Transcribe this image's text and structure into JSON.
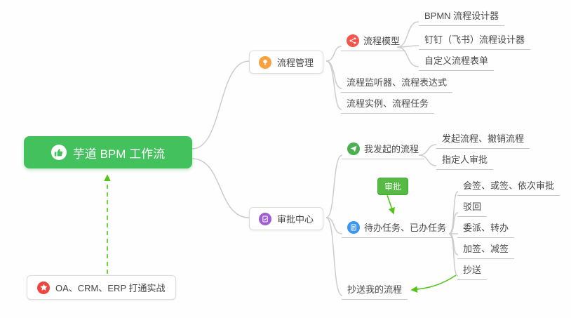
{
  "mindmap": {
    "root": {
      "label": "芋道 BPM 工作流"
    },
    "practice": {
      "label": "OA、CRM、ERP 打通实战"
    },
    "process_management": {
      "label": "流程管理",
      "children": {
        "process_model": {
          "label": "流程模型"
        },
        "bpmn": {
          "label": "BPMN 流程设计器"
        },
        "dingtalk": {
          "label": "钉钉（飞书）流程设计器"
        },
        "custom_form": {
          "label": "自定义流程表单"
        },
        "listener": {
          "label": "流程监听器、流程表达式"
        },
        "instance": {
          "label": "流程实例、流程任务"
        }
      }
    },
    "approval_center": {
      "label": "审批中心",
      "children": {
        "my_initiated": {
          "label": "我发起的流程"
        },
        "initiate_cancel": {
          "label": "发起流程、撤销流程"
        },
        "assignee": {
          "label": "指定人审批"
        },
        "approval_badge": {
          "label": "审批"
        },
        "todo_done": {
          "label": "待办任务、已办任务"
        },
        "countersign": {
          "label": "会签、或签、依次审批"
        },
        "reject": {
          "label": "驳回"
        },
        "delegate": {
          "label": "委派、转办"
        },
        "add_reduce_sign": {
          "label": "加签、减签"
        },
        "cc": {
          "label": "抄送"
        },
        "cc_my": {
          "label": "抄送我的流程"
        }
      }
    },
    "colors": {
      "root_green": "#42c15c",
      "arrow_green": "#52c41a",
      "connector_gray": "#cccccc",
      "star_red": "#f0453e",
      "bulb_orange": "#f9a13d",
      "model_red": "#f2564d",
      "send_green": "#4cb050",
      "task_blue": "#3b97f2",
      "center_purple": "#a05fd0",
      "badge_green": "#55bb44"
    }
  }
}
